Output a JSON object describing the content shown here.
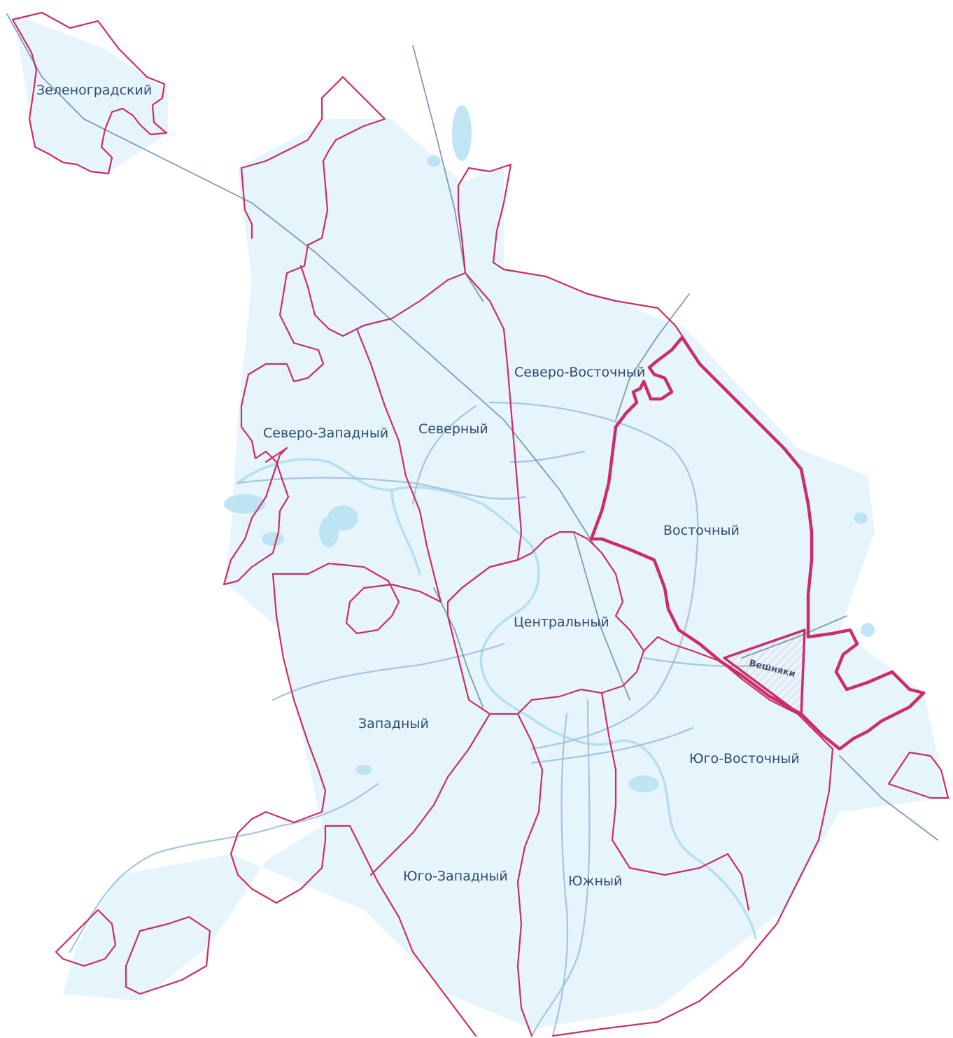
{
  "map": {
    "districts": [
      {
        "id": "zelenogradsky",
        "label": "Зеленоградский"
      },
      {
        "id": "severo-zapadny",
        "label": "Северо-Западный"
      },
      {
        "id": "severny",
        "label": "Северный"
      },
      {
        "id": "severo-vostochny",
        "label": "Северо-Восточный"
      },
      {
        "id": "vostochny",
        "label": "Восточный"
      },
      {
        "id": "tsentralny",
        "label": "Центральный"
      },
      {
        "id": "zapadny",
        "label": "Западный"
      },
      {
        "id": "yugo-vostochny",
        "label": "Юго-Восточный"
      },
      {
        "id": "yugo-zapadny",
        "label": "Юго-Западный"
      },
      {
        "id": "yuzhny",
        "label": "Южный"
      }
    ],
    "highlight": {
      "label": "Вешняки"
    },
    "colors": {
      "boundary": "#cc2d66",
      "railway": "#6b88ad",
      "road": "#9cc0dd",
      "water": "#b9e2f3",
      "label": "#2f4d6e"
    }
  }
}
